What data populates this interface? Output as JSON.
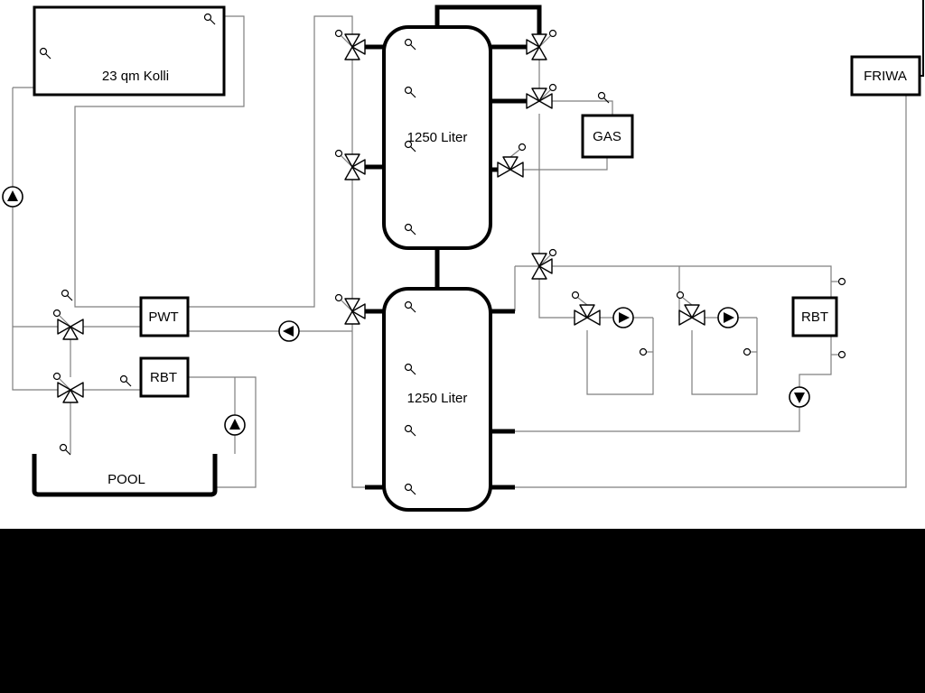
{
  "labels": {
    "collector": "23 qm Kolli",
    "tank_top": "1250 Liter",
    "tank_bottom": "1250 Liter",
    "pwt": "PWT",
    "rbt_left": "RBT",
    "rbt_right": "RBT",
    "gas": "GAS",
    "friwa": "FRIWA",
    "pool": "POOL"
  },
  "colors": {
    "diagram_line": "#7f7f7f",
    "pipe_thick": "#000000",
    "background": "#ffffff",
    "footer_band": "#000000"
  }
}
